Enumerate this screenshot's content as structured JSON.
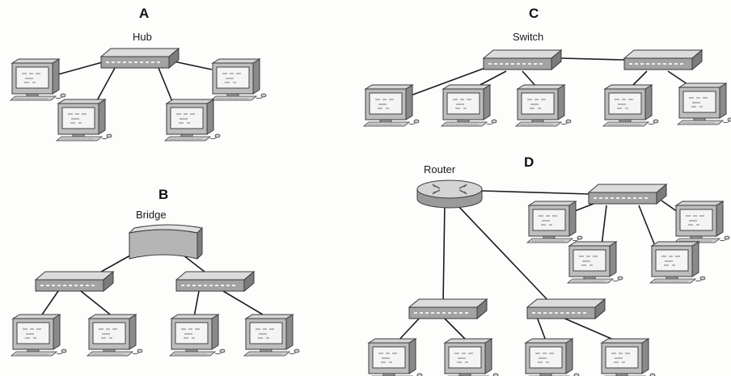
{
  "panels": {
    "a": {
      "letter": "A",
      "device_label": "Hub"
    },
    "b": {
      "letter": "B",
      "device_label": "Bridge"
    },
    "c": {
      "letter": "C",
      "device_label": "Switch"
    },
    "d": {
      "letter": "D",
      "device_label": "Router"
    }
  },
  "icons": {
    "pc": "desktop-computer-icon",
    "hub": "hub-icon",
    "switch": "switch-icon",
    "bridge": "bridge-icon",
    "router": "router-icon"
  },
  "colors": {
    "device_top": "#d9d9d9",
    "device_front": "#9c9c9c",
    "device_side": "#7a7a7a",
    "monitor": "#b8b8b8",
    "screen": "#f2f2f2",
    "cable": "#1c1c1c"
  }
}
